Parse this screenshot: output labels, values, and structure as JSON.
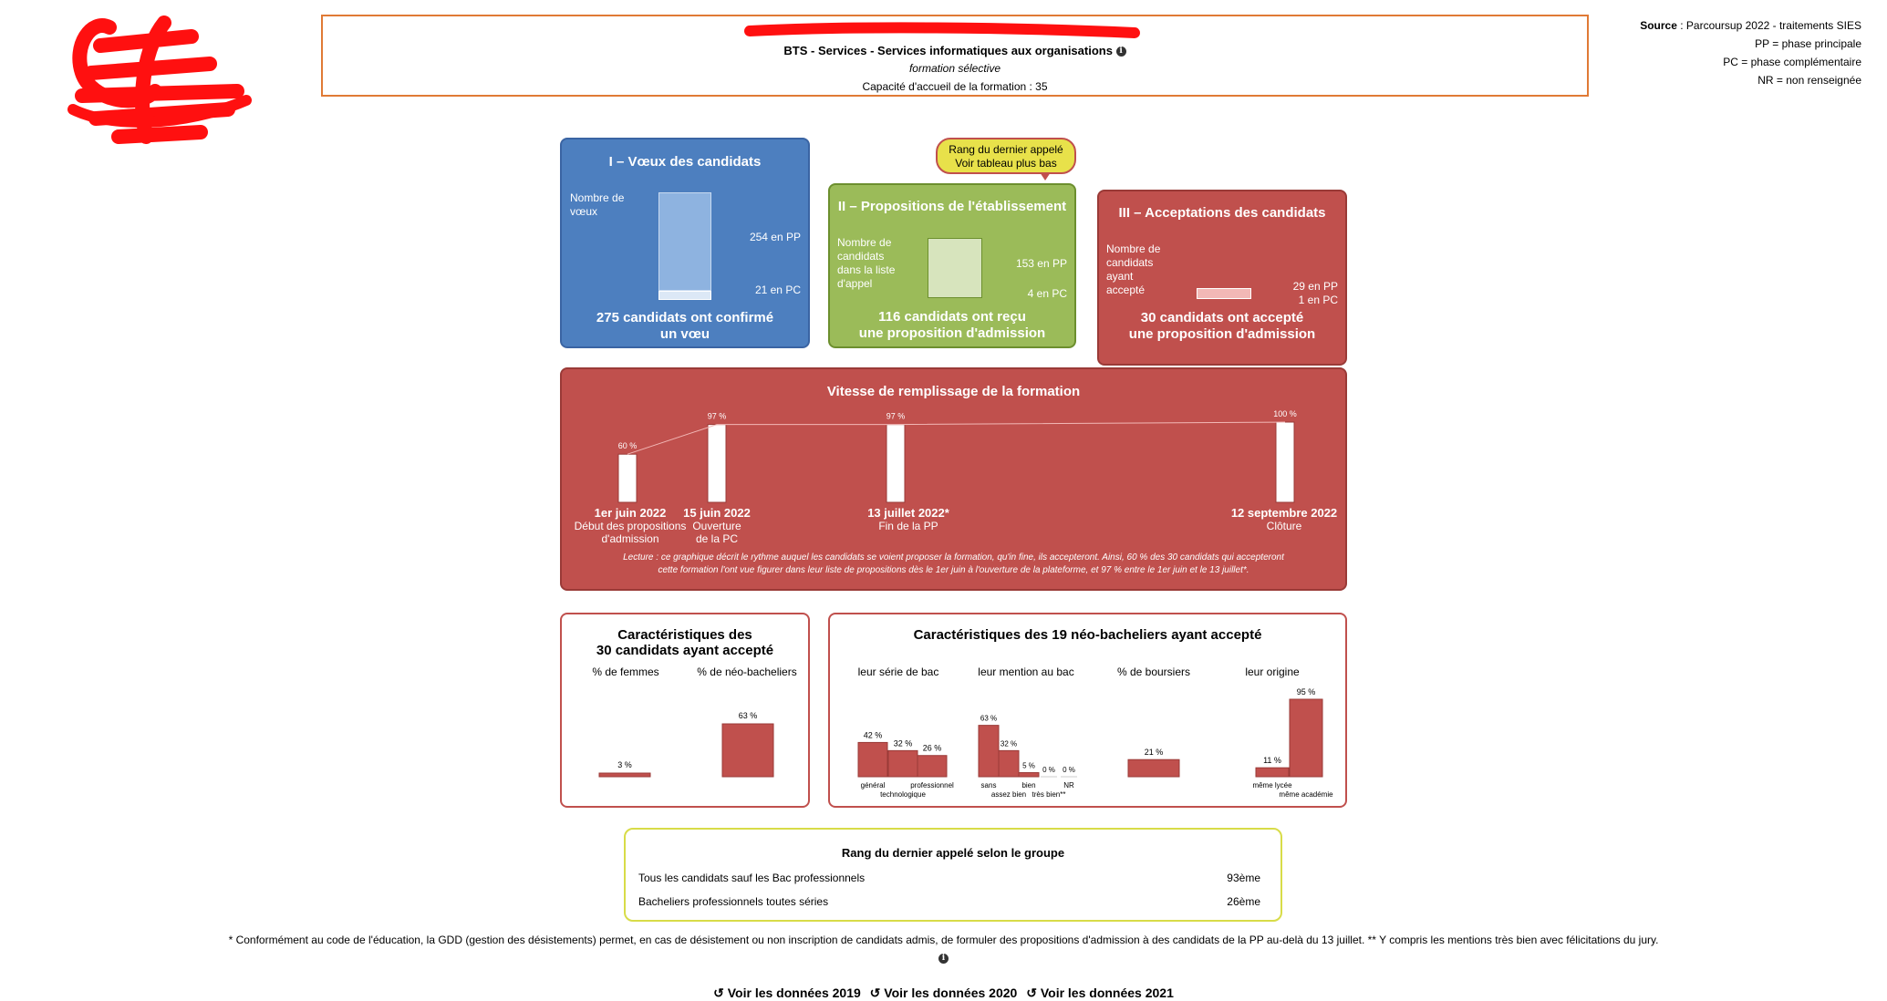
{
  "header": {
    "title": "BTS - Services - Services informatiques aux organisations",
    "subtitle": "formation sélective",
    "capacity": "Capacité d'accueil de la formation : 35"
  },
  "source": {
    "label": "Source",
    "text": " : Parcoursup 2022 - traitements SIES",
    "pp": "PP = phase principale",
    "pc": "PC = phase complémentaire",
    "nr": "NR = non renseignée"
  },
  "voeux": {
    "title": "I – Vœux des candidats",
    "label": "Nombre de vœux",
    "pp": "254 en PP",
    "pc": "21 en PC",
    "summary1": "275 candidats ont confirmé",
    "summary2": "un vœu",
    "pp_value": 254,
    "pc_value": 21
  },
  "propositions": {
    "bubble1": "Rang du dernier appelé",
    "bubble2": "Voir tableau plus bas",
    "title": "II – Propositions de l'établissement",
    "label": "Nombre de candidats dans la liste d'appel",
    "pp": "153 en PP",
    "pc": "4 en PC",
    "summary1": "116 candidats ont reçu",
    "summary2": "une proposition d'admission",
    "pp_value": 153,
    "pc_value": 4
  },
  "acceptations": {
    "title": "III – Acceptations des candidats",
    "label": "Nombre de candidats ayant accepté",
    "pp": "29 en PP",
    "pc": "1 en PC",
    "summary1": "30 candidats ont accepté",
    "summary2": "une proposition d'admission",
    "pp_value": 29,
    "pc_value": 1
  },
  "vitesse": {
    "title": "Vitesse de remplissage de la formation",
    "d1a": "1er juin 2022",
    "d1b": "Début des propositions",
    "d1c": "d'admission",
    "d2a": "15 juin 2022",
    "d2b": "Ouverture",
    "d2c": "de la PC",
    "d3a": "13 juillet 2022*",
    "d3b": "Fin de la PP",
    "d4a": "12 septembre 2022",
    "d4b": "Clôture",
    "lecture1": "Lecture : ce graphique décrit le rythme auquel les candidats se voient proposer la formation, qu'in fine, ils accepteront. Ainsi, 60 % des 30 candidats qui accepteront",
    "lecture2": "cette formation l'ont vue figurer dans leur liste de propositions dès le 1er juin à l'ouverture de la plateforme, et 97 % entre le 1er juin et le 13 juillet*."
  },
  "chart_data": [
    {
      "type": "bar",
      "title": "Vitesse de remplissage de la formation",
      "categories": [
        "1er juin 2022",
        "15 juin 2022",
        "13 juillet 2022*",
        "12 septembre 2022"
      ],
      "values": [
        60,
        97,
        97,
        100
      ],
      "labels": [
        "60 %",
        "97 %",
        "97 %",
        "100 %"
      ]
    },
    {
      "type": "bar",
      "title": "Caractéristiques des 30 candidats ayant accepté",
      "categories": [
        "% de femmes",
        "% de néo-bacheliers"
      ],
      "values": [
        3,
        63
      ],
      "labels": [
        "3 %",
        "63 %"
      ]
    },
    {
      "type": "bar",
      "title": "leur série de bac",
      "categories": [
        "général",
        "technologique",
        "professionnel"
      ],
      "values": [
        42,
        32,
        26
      ],
      "labels": [
        "42 %",
        "32 %",
        "26 %"
      ]
    },
    {
      "type": "bar",
      "title": "leur mention au bac",
      "categories": [
        "sans",
        "assez bien",
        "bien",
        "très bien**",
        "NR"
      ],
      "values": [
        63,
        32,
        5,
        0,
        0
      ],
      "labels": [
        "63 %",
        "32 %",
        "5 %",
        "0 %",
        "0 %"
      ]
    },
    {
      "type": "bar",
      "title": "% de boursiers",
      "categories": [
        "boursiers"
      ],
      "values": [
        21
      ],
      "labels": [
        "21 %"
      ]
    },
    {
      "type": "bar",
      "title": "leur origine",
      "categories": [
        "même lycée",
        "même académie"
      ],
      "values": [
        11,
        95
      ],
      "labels": [
        "11 %",
        "95 %"
      ]
    }
  ],
  "carac1": {
    "title1": "Caractéristiques des",
    "title2": "30 candidats ayant accepté",
    "col1": "% de femmes",
    "col2": "% de néo-bacheliers"
  },
  "carac2": {
    "title": "Caractéristiques des 19 néo-bacheliers ayant accepté",
    "col1": "leur série de bac",
    "col2": "leur mention au bac",
    "col3": "% de boursiers",
    "col4": "leur origine"
  },
  "rank": {
    "title": "Rang du dernier appelé selon le groupe",
    "rows": [
      {
        "label": "Tous les candidats sauf les Bac professionnels",
        "value": "93ème"
      },
      {
        "label": "Bacheliers professionnels toutes séries",
        "value": "26ème"
      }
    ]
  },
  "footnote": "* Conformément au code de l'éducation, la GDD (gestion des désistements) permet, en cas de désistement ou non inscription de candidats admis, de formuler des propositions d'admission à des candidats de la PP au-delà du 13 juillet. ** Y compris les mentions très bien avec félicitations du jury.",
  "links": [
    "↺ Voir les données 2019",
    "↺ Voir les données 2020",
    "↺ Voir les données 2021"
  ],
  "colors": {
    "blue": "#4d7fbf",
    "green": "#9bbb59",
    "red": "#c0504d",
    "orange_border": "#e07a35",
    "yellow": "#e8e14a"
  }
}
